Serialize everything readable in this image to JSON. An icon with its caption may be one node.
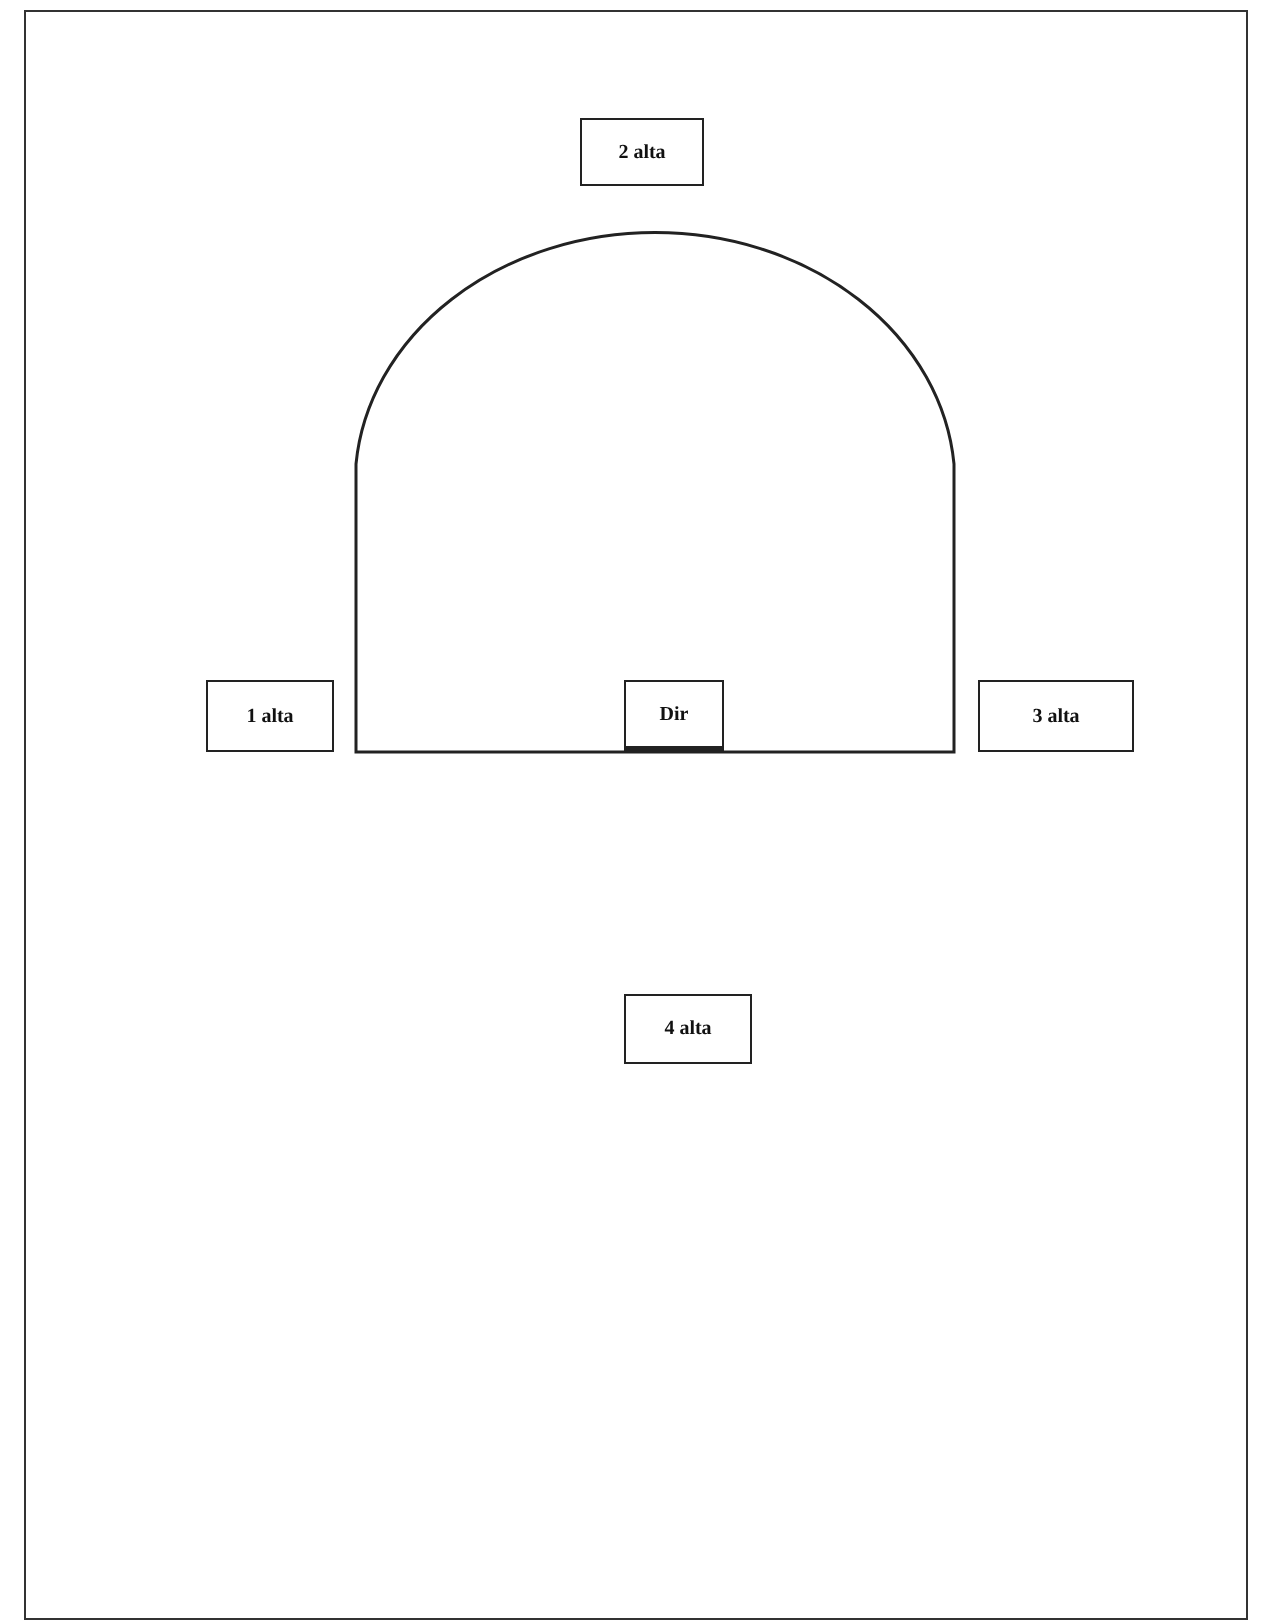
{
  "diagram": {
    "nodes": [
      {
        "text": [
          "2 alta"
        ]
      },
      {
        "text": [
          "1 alta"
        ]
      },
      {
        "text": [
          "Dir"
        ]
      },
      {
        "text": [
          "3 alta"
        ]
      },
      {
        "text": [
          "4 alta"
        ]
      }
    ]
  }
}
